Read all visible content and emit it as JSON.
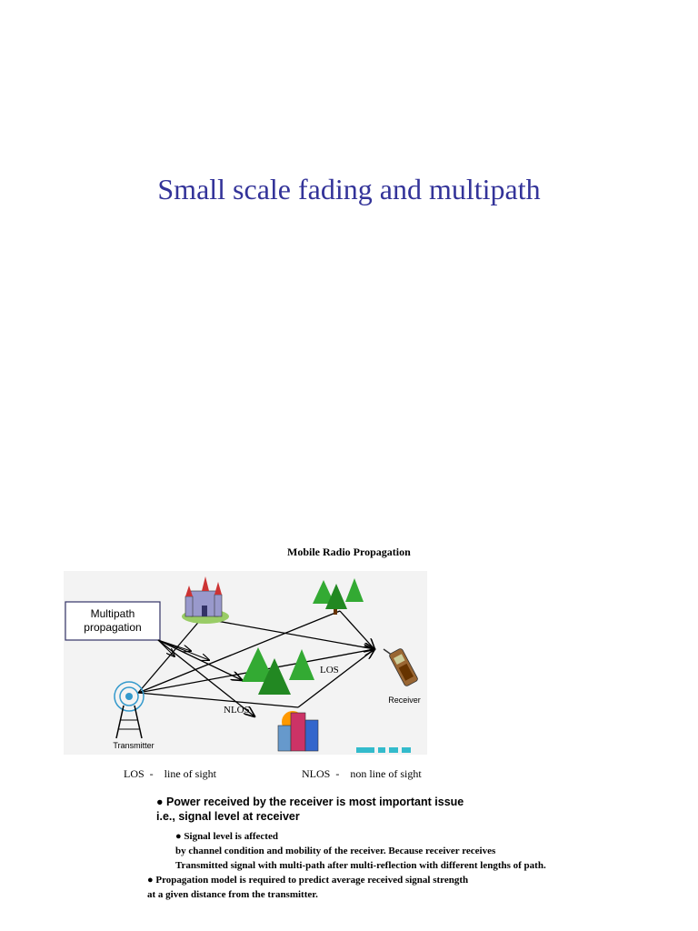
{
  "slide": {
    "title": "Small scale fading and multipath"
  },
  "figure": {
    "caption": "Mobile Radio Propagation",
    "box_label_line1": "Multipath",
    "box_label_line2": "propagation",
    "los_label": "LOS",
    "nlos_label": "NLOS",
    "transmitter_label": "Transmitter",
    "receiver_label": "Receiver"
  },
  "legend": {
    "los": "LOS  -    line of sight",
    "nlos": "NLOS  -    non line of sight"
  },
  "bullets": {
    "main_line1": "● Power received by the receiver is most important issue",
    "main_line2": "i.e., signal level at receiver",
    "sub_line1": "● Signal level is affected",
    "sub_line2": "by channel condition and mobility of the receiver. Because receiver receives",
    "sub_line3": "Transmitted signal with multi-path after multi-reflection with different lengths of path.",
    "prop_line1": "● Propagation model is required to predict average received signal strength",
    "prop_line2": "at a given distance from the transmitter."
  }
}
